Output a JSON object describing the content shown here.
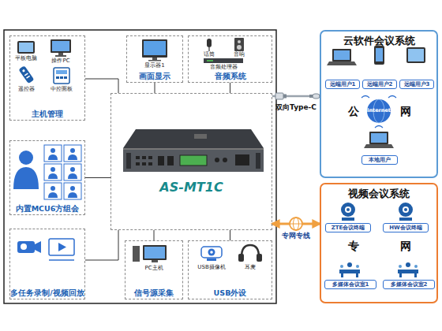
{
  "diagram": {
    "nodes": [
      {
        "text": [
          "主机管理"
        ]
      },
      {
        "text": [
          "画面显示"
        ]
      },
      {
        "text": [
          "音频系统"
        ]
      },
      {
        "text": [
          "AS-MT1C"
        ]
      },
      {
        "text": [
          "内置MCU6方组会"
        ]
      },
      {
        "text": [
          "多任务录制/视频回放"
        ]
      },
      {
        "text": [
          "信号源采集"
        ]
      },
      {
        "text": [
          "USB外设"
        ]
      },
      {
        "text": [
          "云软件会议系统"
        ]
      },
      {
        "text": [
          "远端用户1"
        ],
        "in": 8
      },
      {
        "text": [
          "远端用户2"
        ],
        "in": 8
      },
      {
        "text": [
          "远端用户3"
        ],
        "in": 8
      },
      {
        "text": [
          "本地用户"
        ],
        "in": 8
      },
      {
        "text": [
          "视频会议系统"
        ]
      },
      {
        "text": [
          "ZTE会议终端"
        ],
        "in": 13
      },
      {
        "text": [
          "HW会议终端"
        ],
        "in": 13
      },
      {
        "text": [
          "多媒体会议室1"
        ],
        "in": 13
      },
      {
        "text": [
          "多媒体会议室2"
        ],
        "in": 13
      }
    ],
    "edges": [
      {
        "from": 0,
        "to": 3,
        "arrow": "none"
      },
      {
        "from": 1,
        "to": 3,
        "arrow": "none"
      },
      {
        "from": 2,
        "to": 3,
        "arrow": "none"
      },
      {
        "from": 4,
        "to": 3,
        "arrow": "none"
      },
      {
        "from": 5,
        "to": 3,
        "arrow": "none"
      },
      {
        "from": 6,
        "to": 3,
        "arrow": "none"
      },
      {
        "from": 7,
        "to": 3,
        "arrow": "none"
      },
      {
        "from": 3,
        "to": 8,
        "label": "双向Type-C",
        "arrow": "none"
      },
      {
        "from": 3,
        "to": 13,
        "label": "专网专线",
        "arrow": "both"
      }
    ],
    "labels": [
      "平板电脑",
      "操作PC",
      "遥控器",
      "中控面板",
      "显示器1",
      "话筒",
      "音响",
      "音频处理器",
      "PC主机",
      "USB摄像机",
      "耳麦",
      "Internet",
      "公",
      "网",
      "专",
      "网"
    ]
  }
}
